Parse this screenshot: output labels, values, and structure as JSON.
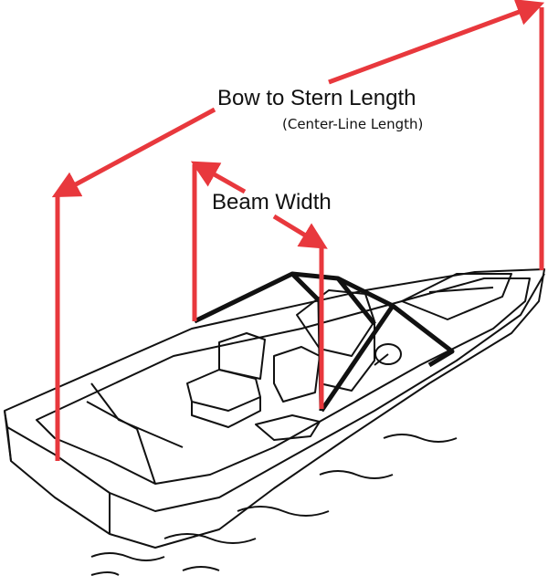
{
  "labels": {
    "length": "Bow to Stern Length",
    "length_note": "(Center-Line Length)",
    "beam": "Beam Width"
  },
  "colors": {
    "dimension": "#e8383d",
    "outline": "#111111"
  }
}
